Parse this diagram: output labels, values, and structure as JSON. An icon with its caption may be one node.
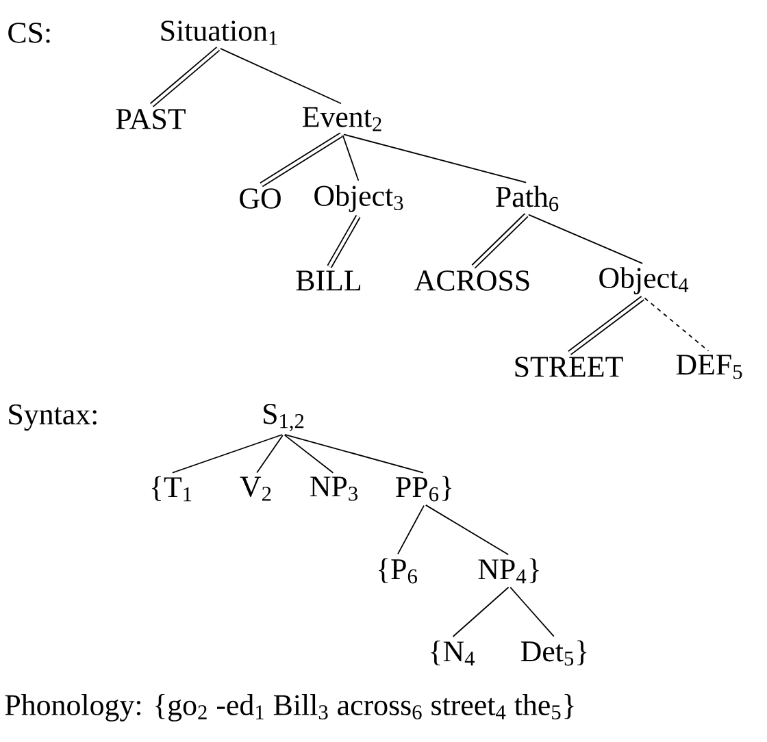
{
  "diagram": {
    "nodes": [
      {
        "text": [
          "Situation$_{1}$"
        ]
      },
      {
        "text": [
          "PAST"
        ]
      },
      {
        "text": [
          "Event$_{2}$"
        ]
      },
      {
        "text": [
          "GO"
        ]
      },
      {
        "text": [
          "Object$_{3}$"
        ]
      },
      {
        "text": [
          "Path$_{6}$"
        ]
      },
      {
        "text": [
          "BILL"
        ]
      },
      {
        "text": [
          "ACROSS"
        ]
      },
      {
        "text": [
          "Object$_{4}$"
        ]
      },
      {
        "text": [
          "STREET"
        ]
      },
      {
        "text": [
          "DEF$_{5}$"
        ]
      },
      {
        "text": [
          "S$_{1,2}$"
        ]
      },
      {
        "text": [
          "{T$_{1}$"
        ]
      },
      {
        "text": [
          "V$_{2}$"
        ]
      },
      {
        "text": [
          "NP$_{3}$"
        ]
      },
      {
        "text": [
          "PP$_{6}$}"
        ]
      },
      {
        "text": [
          "{P$_{6}$"
        ]
      },
      {
        "text": [
          "NP$_{4}$}"
        ]
      },
      {
        "text": [
          "{N$_{4}$"
        ]
      },
      {
        "text": [
          "Det$_{5}$}"
        ]
      }
    ],
    "edges": [
      {
        "from": 0,
        "to": 1,
        "arrow": "none",
        "style": "thick"
      },
      {
        "from": 0,
        "to": 2,
        "arrow": "none"
      },
      {
        "from": 2,
        "to": 3,
        "arrow": "none",
        "style": "thick"
      },
      {
        "from": 2,
        "to": 4,
        "arrow": "none"
      },
      {
        "from": 2,
        "to": 5,
        "arrow": "none"
      },
      {
        "from": 4,
        "to": 6,
        "arrow": "none",
        "style": "thick"
      },
      {
        "from": 5,
        "to": 7,
        "arrow": "none",
        "style": "thick"
      },
      {
        "from": 5,
        "to": 8,
        "arrow": "none"
      },
      {
        "from": 8,
        "to": 9,
        "arrow": "none",
        "style": "thick"
      },
      {
        "from": 8,
        "to": 10,
        "arrow": "none",
        "style": "dashed"
      },
      {
        "from": 11,
        "to": 12,
        "arrow": "none"
      },
      {
        "from": 11,
        "to": 13,
        "arrow": "none"
      },
      {
        "from": 11,
        "to": 14,
        "arrow": "none"
      },
      {
        "from": 11,
        "to": 15,
        "arrow": "none"
      },
      {
        "from": 15,
        "to": 16,
        "arrow": "none"
      },
      {
        "from": 15,
        "to": 17,
        "arrow": "none"
      },
      {
        "from": 17,
        "to": 18,
        "arrow": "none"
      },
      {
        "from": 17,
        "to": 19,
        "arrow": "none"
      }
    ],
    "labels": [
      "CS:",
      "Syntax:",
      "Phonology: {go$_{2}$ -ed$_{1}$ Bill$_{3}$ across$_{6}$ street$_{4}$ the$_{5}$}"
    ]
  }
}
